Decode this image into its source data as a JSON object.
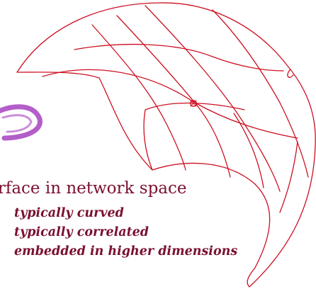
{
  "diagram": {
    "heading": "urface in network space",
    "bullets": [
      "typically curved",
      "typically correlated",
      "embedded in higher dimensions"
    ],
    "colors": {
      "ink": "#7a1030",
      "grid": "#cc1122",
      "swirl": "#b35ec9"
    }
  }
}
